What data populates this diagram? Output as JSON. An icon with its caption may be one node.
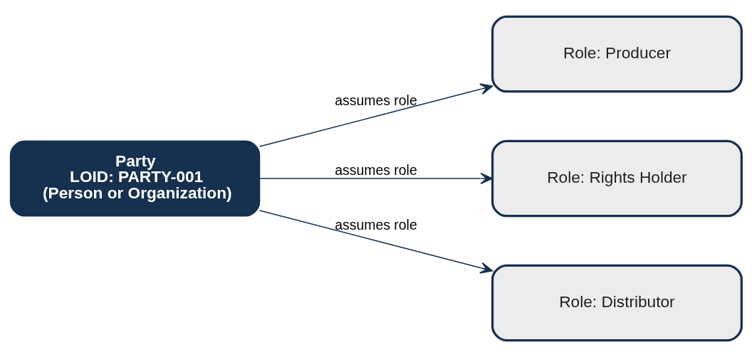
{
  "diagram": {
    "nodes": [
      {
        "text": [
          "Party",
          "LOID: PARTY-001",
          "(Person or Organization)"
        ]
      },
      {
        "text": [
          "Role: Producer"
        ]
      },
      {
        "text": [
          "Role: Rights Holder"
        ]
      },
      {
        "text": [
          "Role: Distributor"
        ]
      }
    ],
    "edges": [
      {
        "from": 0,
        "to": 1,
        "arrow": "to",
        "label": "assumes role"
      },
      {
        "from": 0,
        "to": 2,
        "arrow": "to",
        "label": "assumes role"
      },
      {
        "from": 0,
        "to": 3,
        "arrow": "to",
        "label": "assumes role"
      }
    ]
  }
}
